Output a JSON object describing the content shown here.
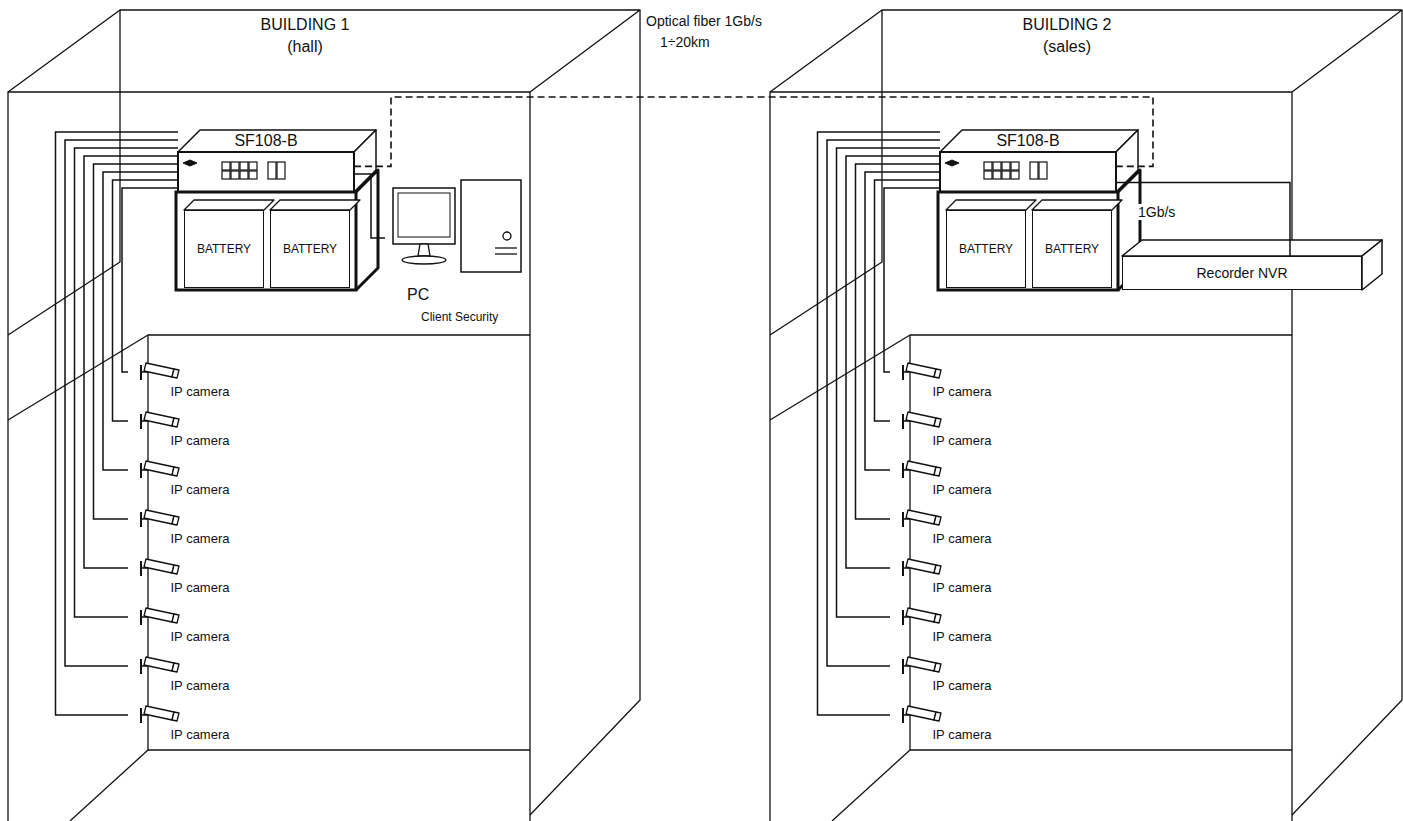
{
  "diagram": {
    "nodes": [
      {
        "text": [
          "BUILDING 1",
          "(hall)"
        ]
      },
      {
        "text": [
          "SF108-B"
        ],
        "in": 0
      },
      {
        "text": [
          "BATTERY"
        ],
        "in": 0
      },
      {
        "text": [
          "BATTERY"
        ],
        "in": 0
      },
      {
        "text": [
          "PC",
          "Client Security"
        ],
        "in": 0
      },
      {
        "text": [
          "IP camera"
        ],
        "in": 0
      },
      {
        "text": [
          "IP camera"
        ],
        "in": 0
      },
      {
        "text": [
          "IP camera"
        ],
        "in": 0
      },
      {
        "text": [
          "IP camera"
        ],
        "in": 0
      },
      {
        "text": [
          "IP camera"
        ],
        "in": 0
      },
      {
        "text": [
          "IP camera"
        ],
        "in": 0
      },
      {
        "text": [
          "IP camera"
        ],
        "in": 0
      },
      {
        "text": [
          "IP camera"
        ],
        "in": 0
      },
      {
        "text": [
          "BUILDING 2",
          "(sales)"
        ]
      },
      {
        "text": [
          "SF108-B"
        ],
        "in": 13
      },
      {
        "text": [
          "BATTERY"
        ],
        "in": 13
      },
      {
        "text": [
          "BATTERY"
        ],
        "in": 13
      },
      {
        "text": [
          "Recorder NVR"
        ],
        "in": 13
      },
      {
        "text": [
          "IP camera"
        ],
        "in": 13
      },
      {
        "text": [
          "IP camera"
        ],
        "in": 13
      },
      {
        "text": [
          "IP camera"
        ],
        "in": 13
      },
      {
        "text": [
          "IP camera"
        ],
        "in": 13
      },
      {
        "text": [
          "IP camera"
        ],
        "in": 13
      },
      {
        "text": [
          "IP camera"
        ],
        "in": 13
      },
      {
        "text": [
          "IP camera"
        ],
        "in": 13
      },
      {
        "text": [
          "IP camera"
        ],
        "in": 13
      }
    ],
    "edges": [
      {
        "from": 1,
        "to": 5,
        "arrow": "none"
      },
      {
        "from": 1,
        "to": 6,
        "arrow": "none"
      },
      {
        "from": 1,
        "to": 7,
        "arrow": "none"
      },
      {
        "from": 1,
        "to": 8,
        "arrow": "none"
      },
      {
        "from": 1,
        "to": 9,
        "arrow": "none"
      },
      {
        "from": 1,
        "to": 10,
        "arrow": "none"
      },
      {
        "from": 1,
        "to": 11,
        "arrow": "none"
      },
      {
        "from": 1,
        "to": 12,
        "arrow": "none"
      },
      {
        "from": 1,
        "to": 4,
        "arrow": "none"
      },
      {
        "from": 1,
        "to": 14,
        "arrow": "none",
        "label": "Optical fiber 1Gb/s"
      },
      {
        "from": 14,
        "to": 17,
        "arrow": "none",
        "label": "1Gb/s"
      },
      {
        "from": 14,
        "to": 18,
        "arrow": "none"
      },
      {
        "from": 14,
        "to": 19,
        "arrow": "none"
      },
      {
        "from": 14,
        "to": 20,
        "arrow": "none"
      },
      {
        "from": 14,
        "to": 21,
        "arrow": "none"
      },
      {
        "from": 14,
        "to": 22,
        "arrow": "none"
      },
      {
        "from": 14,
        "to": 23,
        "arrow": "none"
      },
      {
        "from": 14,
        "to": 24,
        "arrow": "none"
      },
      {
        "from": 14,
        "to": 25,
        "arrow": "none"
      }
    ],
    "labels": [
      "1÷20km"
    ]
  }
}
